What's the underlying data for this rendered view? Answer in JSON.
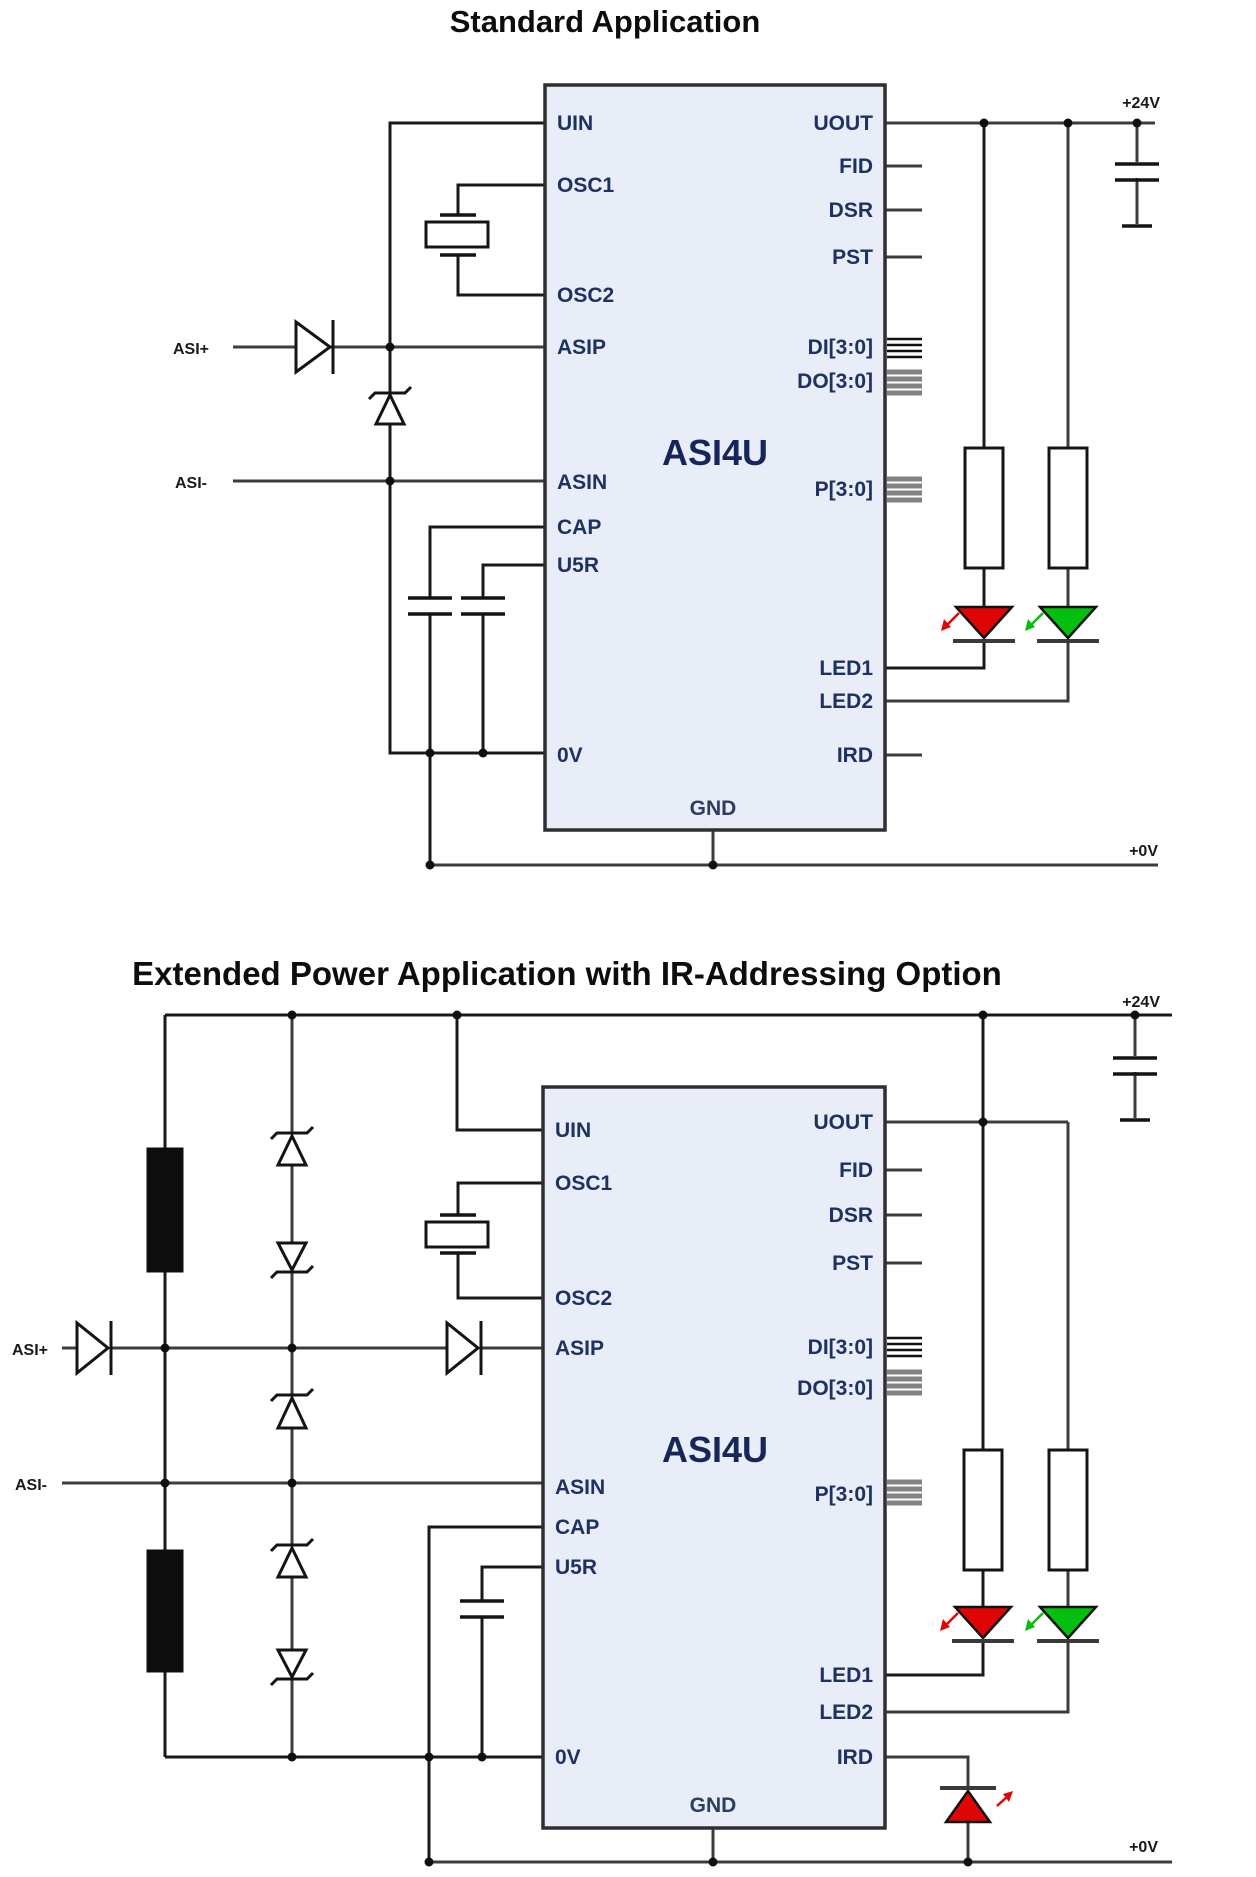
{
  "diagrams": [
    {
      "title": "Standard Application",
      "chip_label": "ASI4U",
      "pins_left": [
        "UIN",
        "OSC1",
        "OSC2",
        "ASIP",
        "ASIN",
        "CAP",
        "U5R",
        "0V"
      ],
      "pins_right": [
        "UOUT",
        "FID",
        "DSR",
        "PST",
        "DI[3:0]",
        "DO[3:0]",
        "P[3:0]",
        "LED1",
        "LED2",
        "IRD"
      ],
      "pin_bottom": "GND",
      "net_labels": {
        "supply": "+24V",
        "ground": "+0V",
        "asi_plus": "ASI+",
        "asi_minus": "ASI-"
      }
    },
    {
      "title": "Extended Power Application with IR-Addressing Option",
      "chip_label": "ASI4U",
      "pins_left": [
        "UIN",
        "OSC1",
        "OSC2",
        "ASIP",
        "ASIN",
        "CAP",
        "U5R",
        "0V"
      ],
      "pins_right": [
        "UOUT",
        "FID",
        "DSR",
        "PST",
        "DI[3:0]",
        "DO[3:0]",
        "P[3:0]",
        "LED1",
        "LED2",
        "IRD"
      ],
      "pin_bottom": "GND",
      "net_labels": {
        "supply": "+24V",
        "ground": "+0V",
        "asi_plus": "ASI+",
        "asi_minus": "ASI-"
      }
    }
  ],
  "colors": {
    "chip_fill": "#e8edf8",
    "led_red": "#e00505",
    "led_green": "#04c00e",
    "ir_led_red": "#e00505",
    "wire": "#3c3c3c"
  }
}
